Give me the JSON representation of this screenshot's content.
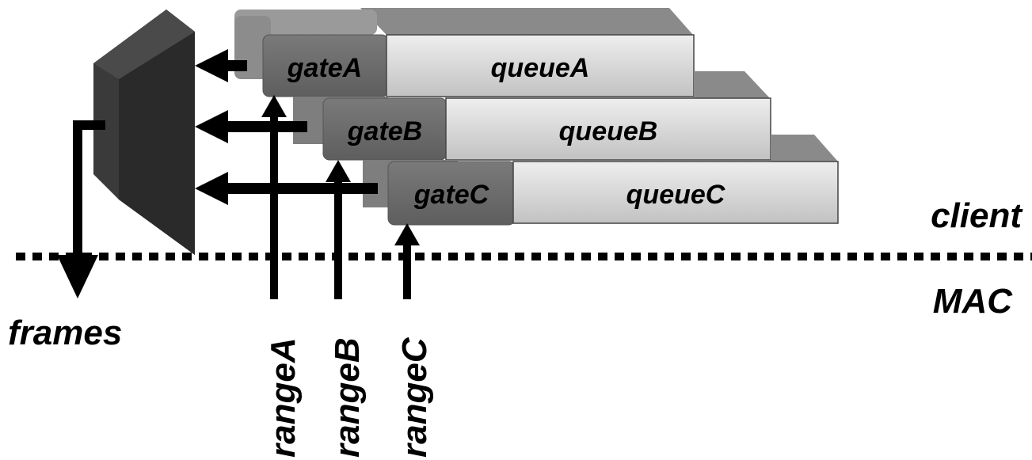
{
  "gates": [
    {
      "gate": "gateA",
      "queue": "queueA",
      "range": "rangeA"
    },
    {
      "gate": "gateB",
      "queue": "queueB",
      "range": "rangeB"
    },
    {
      "gate": "gateC",
      "queue": "queueC",
      "range": "rangeC"
    }
  ],
  "layers": {
    "upper": "client",
    "lower": "MAC"
  },
  "output_label": "frames",
  "colors": {
    "gate_face": "#6f6f6f",
    "gate_top": "#9a9a9a",
    "queue_face": "#d6d6d6",
    "queue_top": "#8a8a8a",
    "mux_front": "#333333",
    "mux_side": "#1c1c1c",
    "line": "#000000"
  }
}
